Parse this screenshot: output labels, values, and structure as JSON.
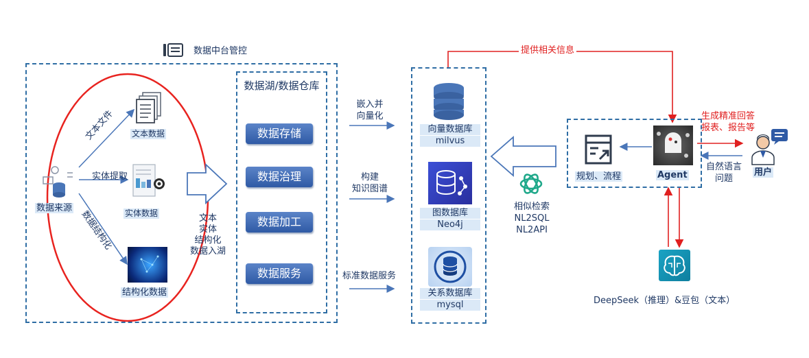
{
  "header": {
    "title": "数据中台管控"
  },
  "left_panel": {
    "source_label": "数据来源",
    "branches": {
      "text_file": "文本文件",
      "entity_extract": "实体提取",
      "data_structuring": "数据结构化"
    },
    "items": [
      {
        "label": "文本数据",
        "icon": "document-stack-icon"
      },
      {
        "label": "实体数据",
        "icon": "document-chart-icon"
      },
      {
        "label": "结构化数据",
        "icon": "network-globe-icon"
      }
    ]
  },
  "ingest_note": [
    "文本",
    "实体",
    "结构化",
    "数据入湖"
  ],
  "lake": {
    "title": "数据湖/数据仓库",
    "buttons": [
      "数据存储",
      "数据治理",
      "数据加工",
      "数据服务"
    ]
  },
  "flows": {
    "embed": [
      "嵌入并",
      "向量化"
    ],
    "graph": [
      "构建",
      "知识图谱"
    ],
    "standard": "标准数据服务"
  },
  "databases": [
    {
      "name": "向量数据库",
      "engine": "milvus",
      "icon": "database-icon"
    },
    {
      "name": "图数据库",
      "engine": "Neo4j",
      "icon": "graph-database-icon"
    },
    {
      "name": "关系数据库",
      "engine": "mysql",
      "icon": "relational-database-icon"
    }
  ],
  "retrieval": {
    "icon": "openai-knot-icon",
    "lines": [
      "相似检索",
      "NL2SQL",
      "NL2API"
    ]
  },
  "agent_box": {
    "plan_label": "规划、流程",
    "agent_label": "Agent"
  },
  "red_labels": {
    "provide_info": "提供相关信息",
    "generate": [
      "生成精准回答",
      "报表、报告等"
    ]
  },
  "user": {
    "label": "用户",
    "question": [
      "自然语言",
      "问题"
    ]
  },
  "models": {
    "label": "DeepSeek（推理）&豆包（文本）"
  },
  "colors": {
    "accent": "#2f5aa5",
    "dark_blue": "#1f3864",
    "red": "#e02020",
    "dash": "#2e6da4"
  }
}
